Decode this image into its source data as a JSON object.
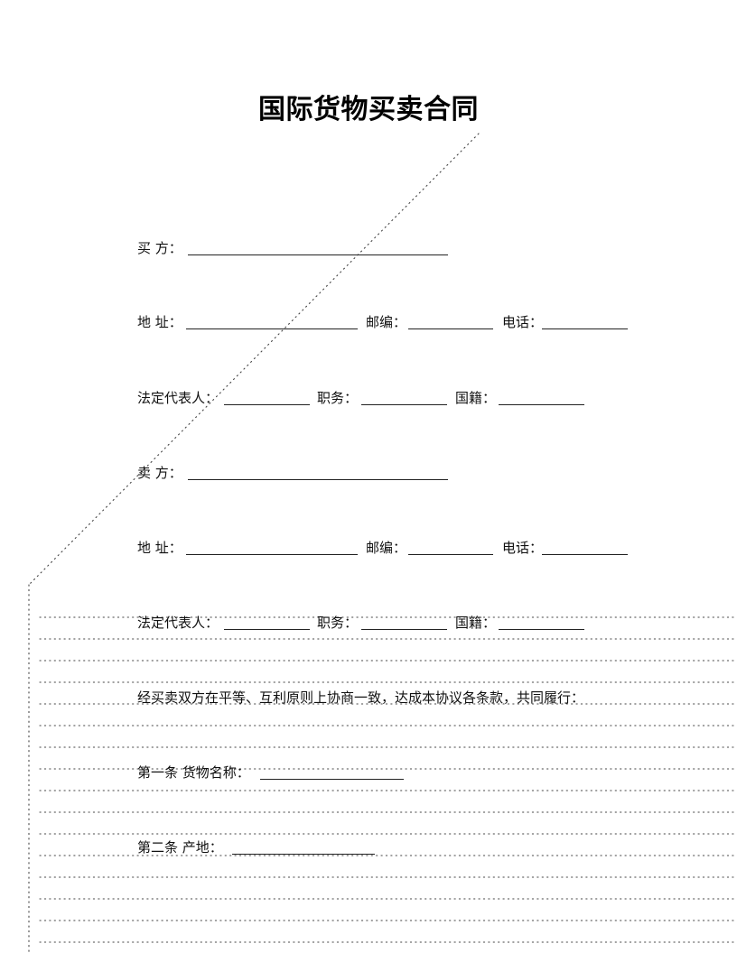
{
  "document": {
    "title": "国际货物买卖合同",
    "buyer": {
      "party_label": "买  方：",
      "address_label": "地  址：",
      "zip_label": "邮编：",
      "phone_label": "电话：",
      "rep_label": "法定代表人：",
      "position_label": "职务：",
      "nationality_label": "国籍："
    },
    "seller": {
      "party_label": "卖  方：",
      "address_label": "地  址：",
      "zip_label": "邮编：",
      "phone_label": "电话：",
      "rep_label": "法定代表人：",
      "position_label": "职务：",
      "nationality_label": "国籍："
    },
    "preamble": "经买卖双方在平等、互利原则上协商一致，达成本协议各条款，共同履行：",
    "articles": [
      {
        "label": "第一条  货物名称："
      },
      {
        "label": "第二条  产地："
      }
    ]
  }
}
